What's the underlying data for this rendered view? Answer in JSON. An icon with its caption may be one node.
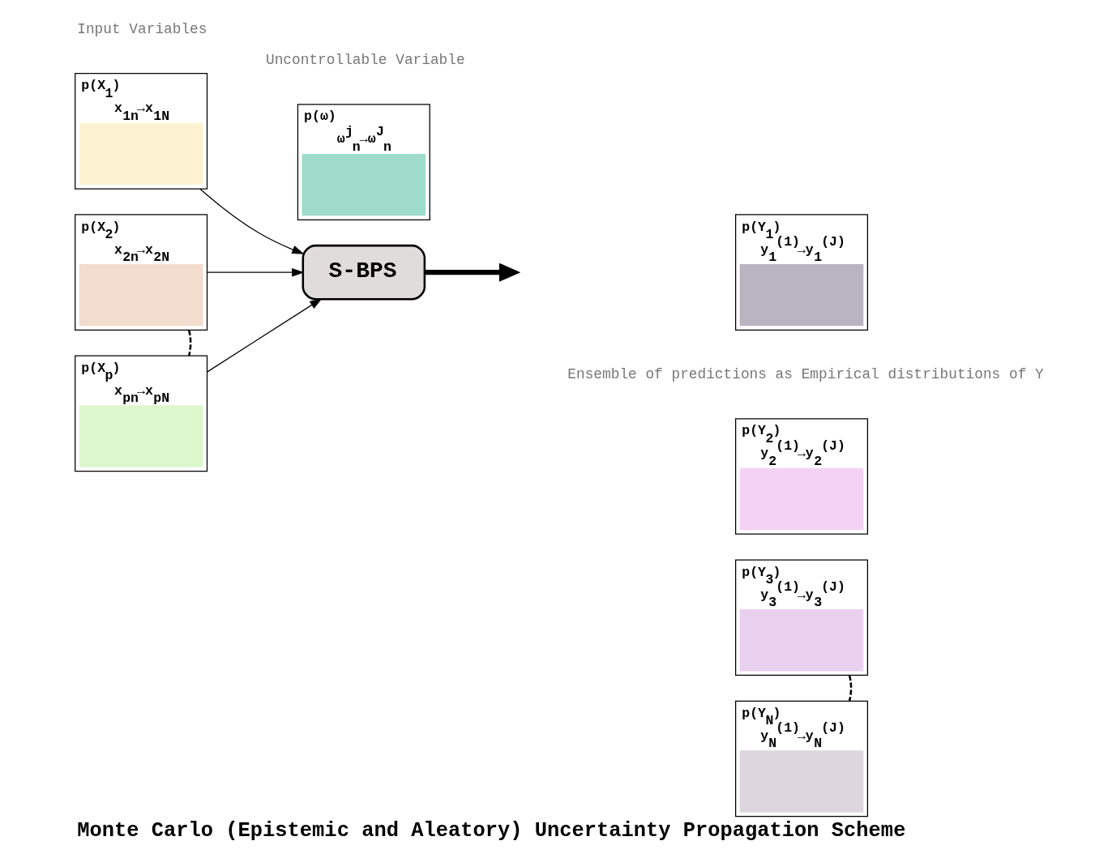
{
  "diagram": {
    "title": "Monte Carlo (Epistemic and Aleatory) Uncertainty Propagation Scheme",
    "nodes": [
      {
        "text": [
          "p(X$_{1}$)",
          "x$_{1n}$→x$_{1N}$"
        ]
      },
      {
        "text": [
          "p(X$_{2}$)",
          "x$_{2n}$→x$_{2N}$"
        ]
      },
      {
        "text": [
          "p(X$_{p}$)",
          "x$_{pn}$→x$_{pN}$"
        ]
      },
      {
        "text": [
          "p(ω)",
          "ω$^{j}$$_{n}$→ω$^{J}$$_{n}$"
        ]
      },
      {
        "text": [
          "S-BPS"
        ]
      },
      {
        "text": [
          "p(Y$_{1}$)",
          "y$_{1}$$^{(1)}$→y$_{1}$$^{(J)}$"
        ]
      },
      {
        "text": [
          "p(Y$_{2}$)",
          "y$_{2}$$^{(1)}$→y$_{2}$$^{(J)}$"
        ]
      },
      {
        "text": [
          "p(Y$_{3}$)",
          "y$_{3}$$^{(1)}$→y$_{3}$$^{(J)}$"
        ]
      },
      {
        "text": [
          "p(Y$_{N}$)",
          "y$_{N}$$^{(1)}$→y$_{N}$$^{(J)}$"
        ]
      }
    ],
    "edges": [
      {
        "from": 0,
        "to": 4,
        "arrow": "to"
      },
      {
        "from": 1,
        "to": 4,
        "arrow": "to"
      },
      {
        "from": 2,
        "to": 4,
        "arrow": "to"
      },
      {
        "from": 1,
        "to": 2,
        "arrow": "none",
        "style": "dashed"
      },
      {
        "from": 4,
        "to": null,
        "arrow": "to",
        "style": "thick"
      },
      {
        "from": 7,
        "to": 8,
        "arrow": "none",
        "style": "dashed"
      }
    ],
    "labels": [
      "Input Variables",
      "Uncontrollable Variable",
      "Ensemble of predictions as Empirical distributions of Y"
    ]
  }
}
